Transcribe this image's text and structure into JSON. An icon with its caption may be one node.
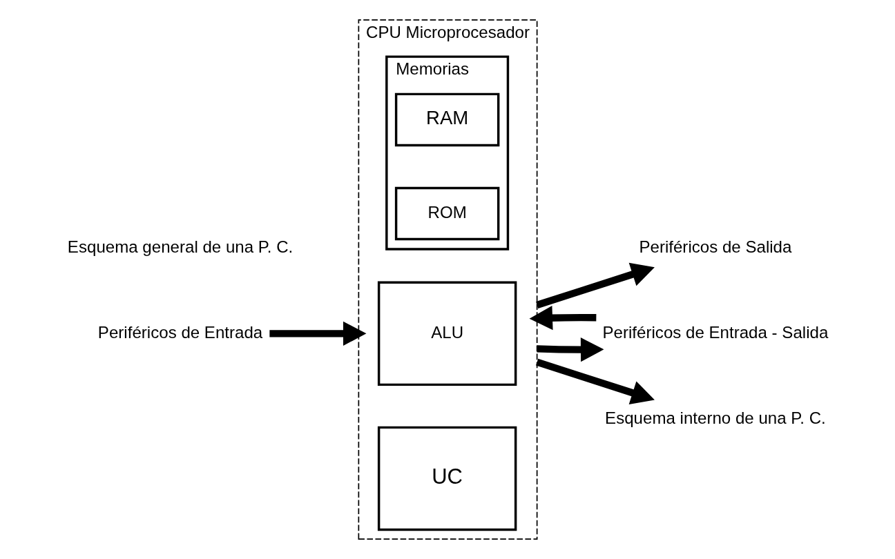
{
  "diagram": {
    "nodes": [
      {
        "text": [
          "CPU Microprocesador"
        ]
      },
      {
        "text": [
          "ALU"
        ],
        "in": 0
      },
      {
        "text": [
          "UC"
        ],
        "in": 0
      },
      {
        "text": [
          "Memorias"
        ],
        "in": 0
      },
      {
        "text": [
          "RAM"
        ],
        "in": 3
      },
      {
        "text": [
          "ROM"
        ],
        "in": 3
      },
      {
        "text": [
          "Periféricos de Entrada"
        ]
      },
      {
        "text": [
          "Periféricos de Salida"
        ]
      },
      {
        "text": [
          "Periféricos de Entrada - Salida"
        ]
      },
      {
        "text": [
          "Esquema interno de una P. C."
        ]
      }
    ],
    "edges": [
      {
        "from": 6,
        "to": 0,
        "arrow": "to"
      },
      {
        "from": 0,
        "to": 7,
        "arrow": "to"
      },
      {
        "from": 0,
        "to": 8,
        "arrow": "to"
      },
      {
        "from": 8,
        "to": 0,
        "arrow": "to"
      },
      {
        "from": 0,
        "to": 9,
        "arrow": "to"
      }
    ],
    "labels": [
      "Esquema general de una P. C."
    ]
  }
}
